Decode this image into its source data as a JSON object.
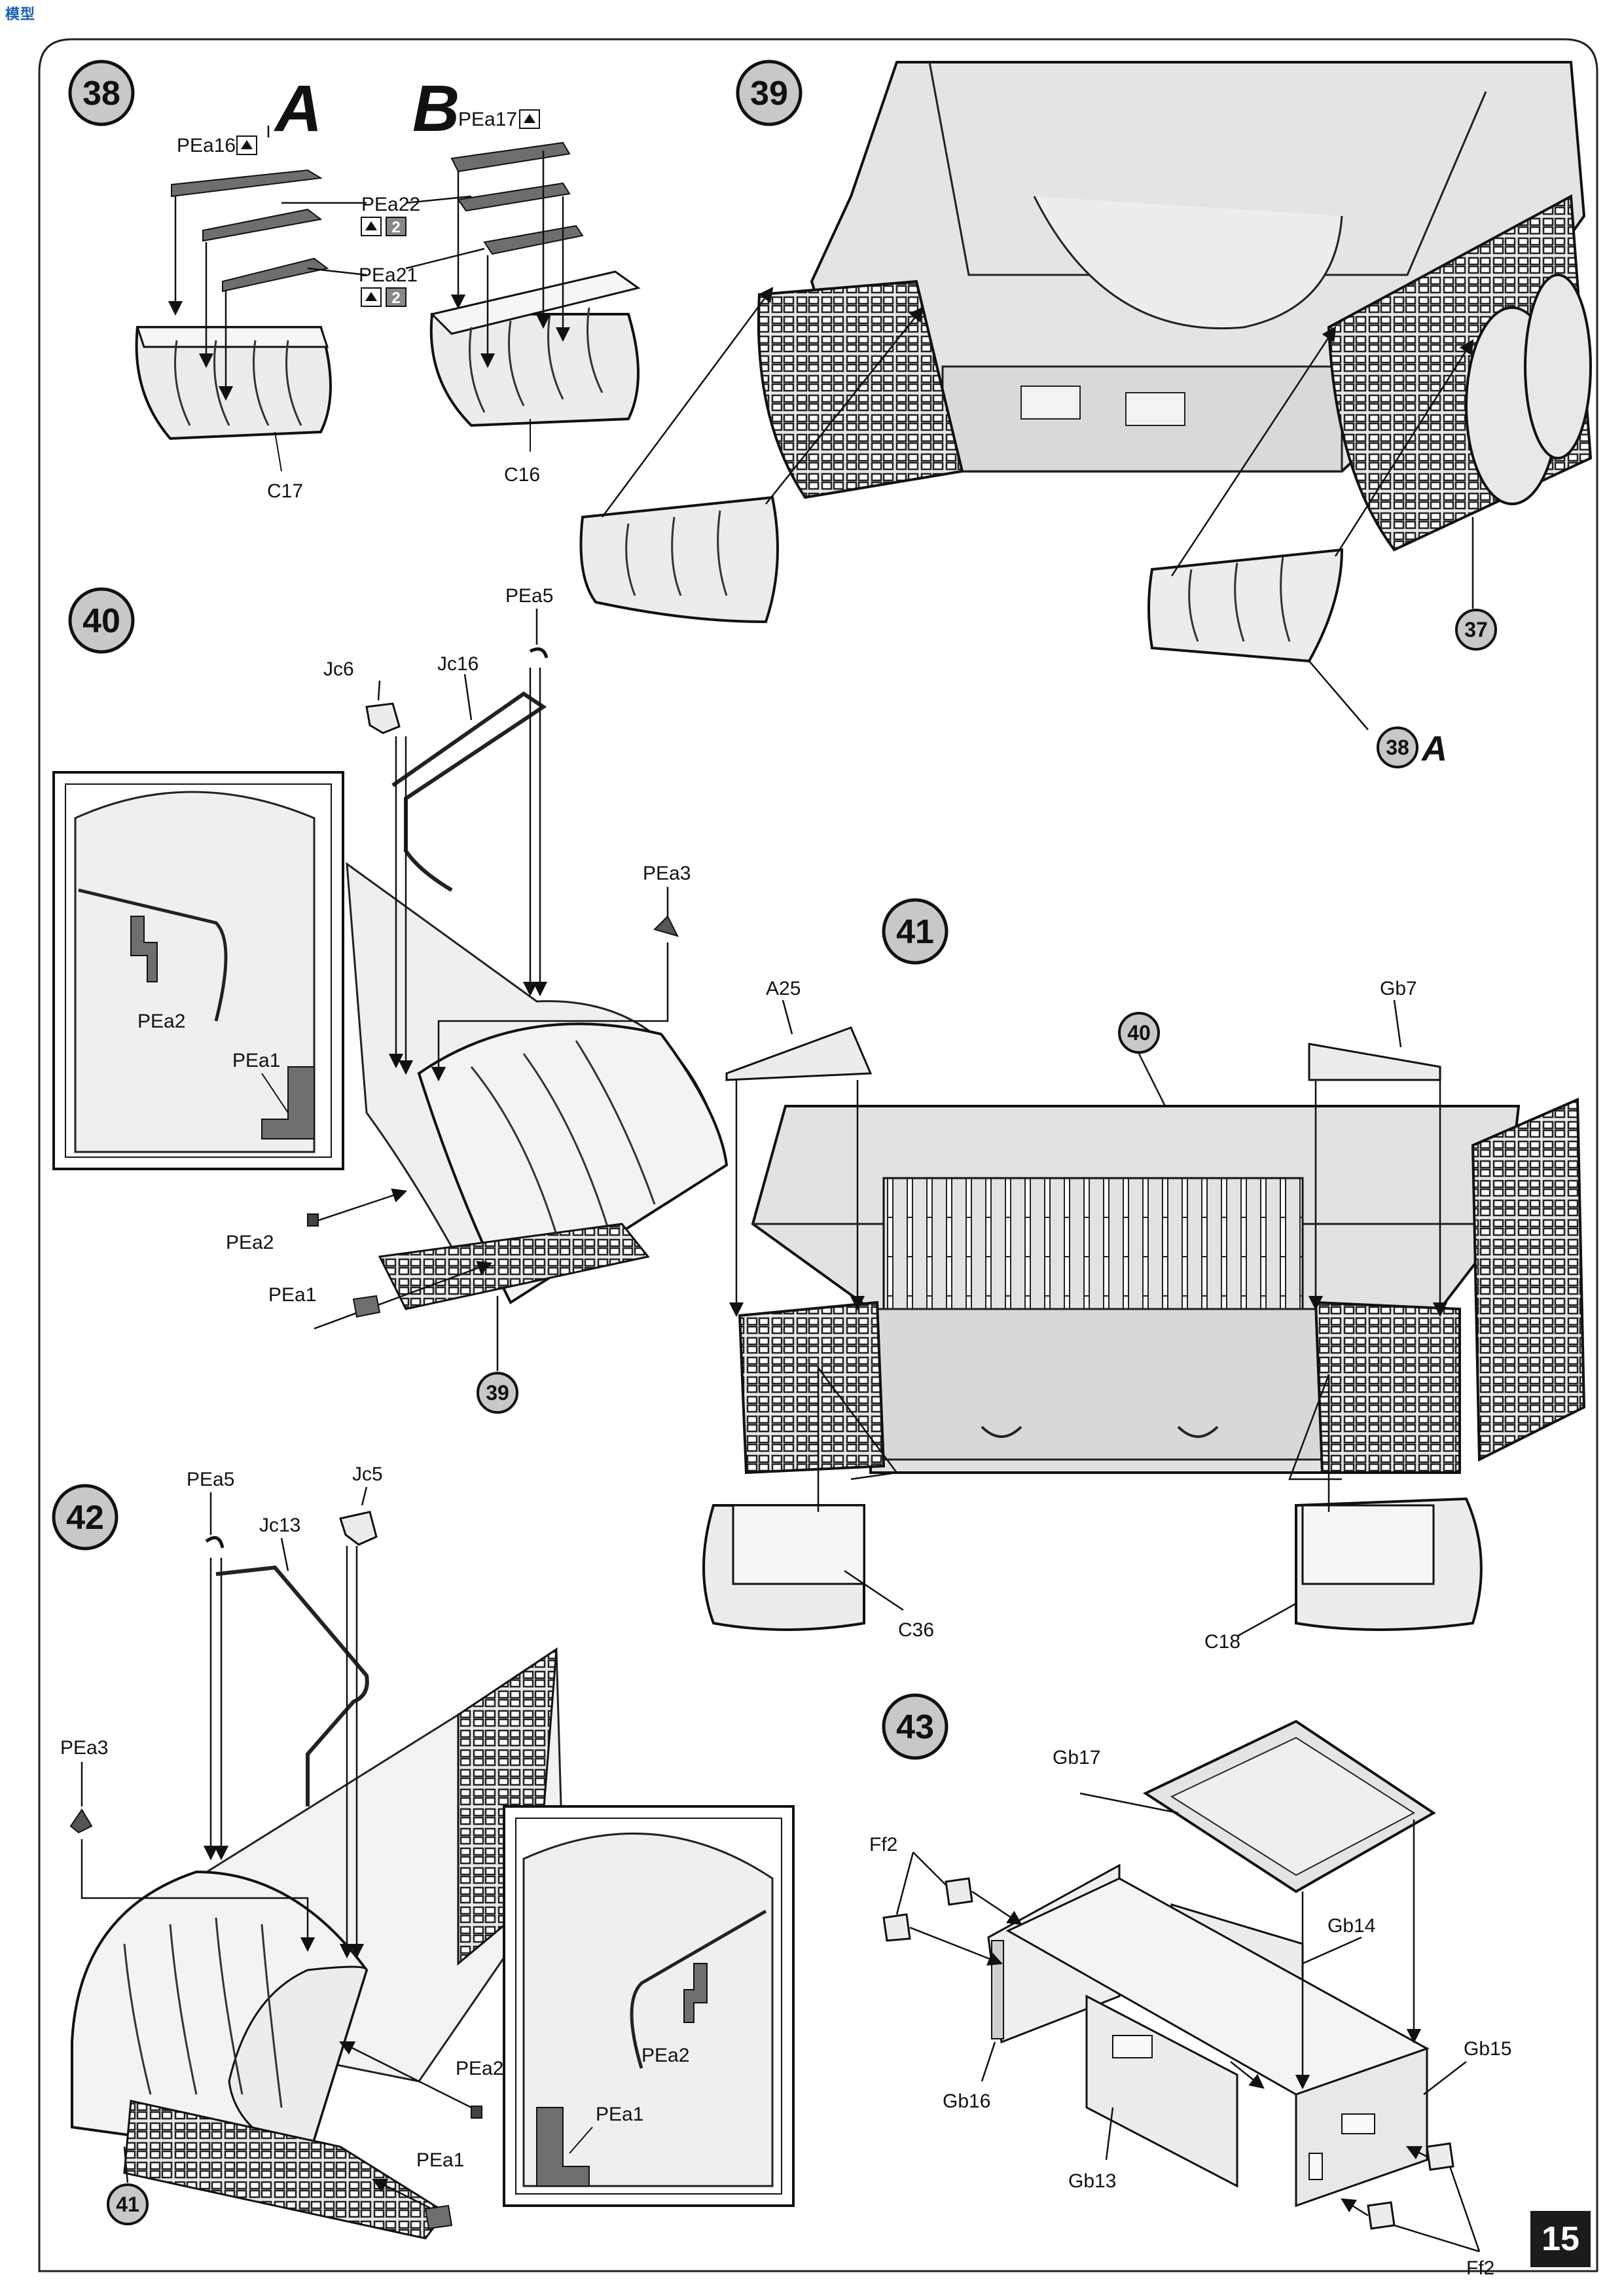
{
  "watermark": "模型",
  "page_number": "15",
  "steps": {
    "s38": {
      "number": "38",
      "variant_a": "A",
      "variant_b": "B",
      "labels": {
        "pea16": "PEa16",
        "pea17": "PEa17",
        "pea22": "PEa22",
        "pea21": "PEa21",
        "c17": "C17",
        "c16": "C16"
      },
      "qty_badge": "2"
    },
    "s39": {
      "number": "39",
      "ref_37": "37",
      "ref_38": "38",
      "ref_38_variant": "A"
    },
    "s40": {
      "number": "40",
      "labels": {
        "pea5": "PEa5",
        "jc6": "Jc6",
        "jc16": "Jc16",
        "pea3": "PEa3",
        "pea2": "PEa2",
        "pea1": "PEa1",
        "inset_pea2": "PEa2",
        "inset_pea1": "PEa1"
      },
      "ref_39": "39"
    },
    "s41": {
      "number": "41",
      "labels": {
        "a25": "A25",
        "gb7": "Gb7",
        "c36": "C36",
        "c18": "C18"
      },
      "ref_40": "40"
    },
    "s42": {
      "number": "42",
      "labels": {
        "pea5": "PEa5",
        "jc5": "Jc5",
        "jc13": "Jc13",
        "pea3": "PEa3",
        "pea2": "PEa2",
        "pea1": "PEa1",
        "inset_pea2": "PEa2",
        "inset_pea1": "PEa1"
      },
      "ref_41": "41"
    },
    "s43": {
      "number": "43",
      "labels": {
        "gb17": "Gb17",
        "ff2_top": "Ff2",
        "gb14": "Gb14",
        "gb15": "Gb15",
        "gb16": "Gb16",
        "gb13": "Gb13",
        "ff2_bottom": "Ff2"
      }
    }
  },
  "colors": {
    "part_fill": "#e6e6e6",
    "photo_etch": "#6e6e6e",
    "step_circle": "#c8c8c8",
    "ink": "#111111"
  }
}
